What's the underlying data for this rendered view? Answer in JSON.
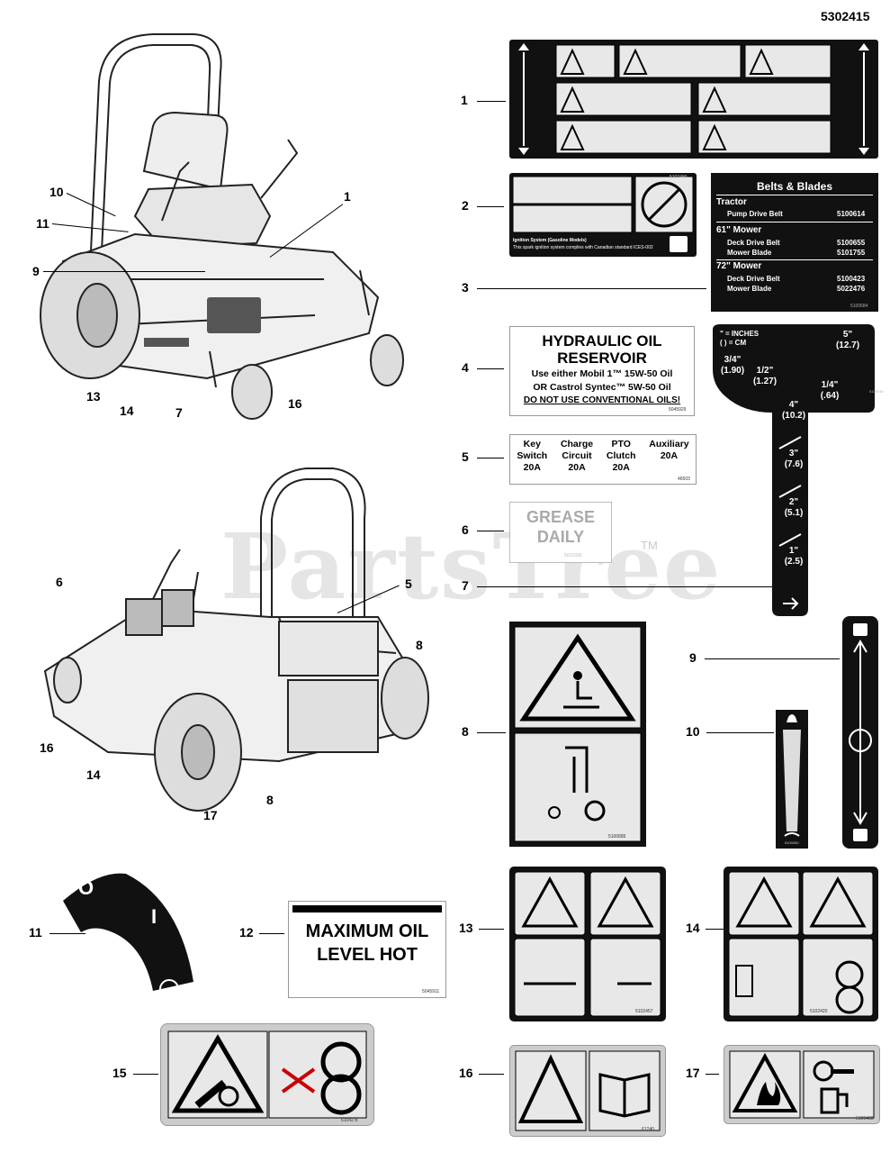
{
  "page": {
    "part_number": "5302415",
    "watermark": "PartsTree",
    "watermark_tm": "TM"
  },
  "refs": {
    "r1": "1",
    "r2": "2",
    "r3": "3",
    "r4": "4",
    "r5": "5",
    "r6": "6",
    "r7": "7",
    "r8": "8",
    "r9": "9",
    "r10": "10",
    "r11": "11",
    "r12": "12",
    "r13": "13",
    "r14": "14",
    "r15": "15",
    "r16": "16",
    "r17": "17"
  },
  "machine_callouts_top": [
    "10",
    "11",
    "9",
    "1",
    "13",
    "14",
    "7",
    "16"
  ],
  "machine_callouts_bottom": [
    "6",
    "5",
    "8",
    "16",
    "14",
    "17",
    "8"
  ],
  "decal_2": {
    "code": "5101990",
    "footer_title": "Ignition System (Gasoline Models)",
    "footer_text": "This spark ignition system complies with Canadian standard ICES-002"
  },
  "decal_3": {
    "title": "Belts & Blades",
    "sections": [
      {
        "heading": "Tractor",
        "rows": [
          {
            "name": "Pump Drive Belt",
            "pn": "5100614"
          }
        ]
      },
      {
        "heading": "61\" Mower",
        "rows": [
          {
            "name": "Deck Drive Belt",
            "pn": "5100655"
          },
          {
            "name": "Mower Blade",
            "pn": "5101755"
          }
        ]
      },
      {
        "heading": "72\" Mower",
        "rows": [
          {
            "name": "Deck Drive Belt",
            "pn": "5100423"
          },
          {
            "name": "Mower Blade",
            "pn": "5022476"
          }
        ]
      }
    ],
    "code": "5100684"
  },
  "decal_4": {
    "line1": "HYDRAULIC OIL",
    "line2": "RESERVOIR",
    "line3": "Use either Mobil 1™ 15W-50 Oil",
    "line4": "OR Castrol Syntec™ 5W-50 Oil",
    "line5": "DO NOT USE CONVENTIONAL OILS!",
    "code": "5045929"
  },
  "decal_5": {
    "cols": [
      {
        "l1": "Key",
        "l2": "Switch",
        "l3": "20A"
      },
      {
        "l1": "Charge",
        "l2": "Circuit",
        "l3": "20A"
      },
      {
        "l1": "PTO",
        "l2": "Clutch",
        "l3": "20A"
      },
      {
        "l1": "Auxiliary",
        "l2": "",
        "l3": "20A"
      }
    ],
    "code": "46503"
  },
  "decal_6": {
    "line1": "GREASE",
    "line2": "DAILY",
    "code": "5021036"
  },
  "decal_7": {
    "legend1": "\" = INCHES",
    "legend2": "( ) = CM",
    "code": "5100749",
    "ticks": [
      {
        "in": "5\"",
        "cm": "(12.7)"
      },
      {
        "in": "3/4\"",
        "cm": "(1.90)"
      },
      {
        "in": "1/2\"",
        "cm": "(1.27)"
      },
      {
        "in": "1/4\"",
        "cm": "(.64)"
      },
      {
        "in": "4\"",
        "cm": "(10.2)"
      },
      {
        "in": "3\"",
        "cm": "(7.6)"
      },
      {
        "in": "2\"",
        "cm": "(5.1)"
      },
      {
        "in": "1\"",
        "cm": "(2.5)"
      }
    ]
  },
  "decal_8": {
    "code": "5100685"
  },
  "decal_10": {
    "code": "5100260"
  },
  "decal_11": {
    "off": "O",
    "on": "I"
  },
  "decal_12": {
    "line1": "MAXIMUM OIL",
    "line2": "LEVEL HOT",
    "code": "5045911"
  },
  "decal_13": {
    "code": "5102457"
  },
  "decal_14": {
    "code": "5102420"
  },
  "decal_15": {
    "code": "61042 B"
  },
  "decal_16": {
    "code": "61240"
  },
  "decal_17": {
    "code": "5100408"
  }
}
